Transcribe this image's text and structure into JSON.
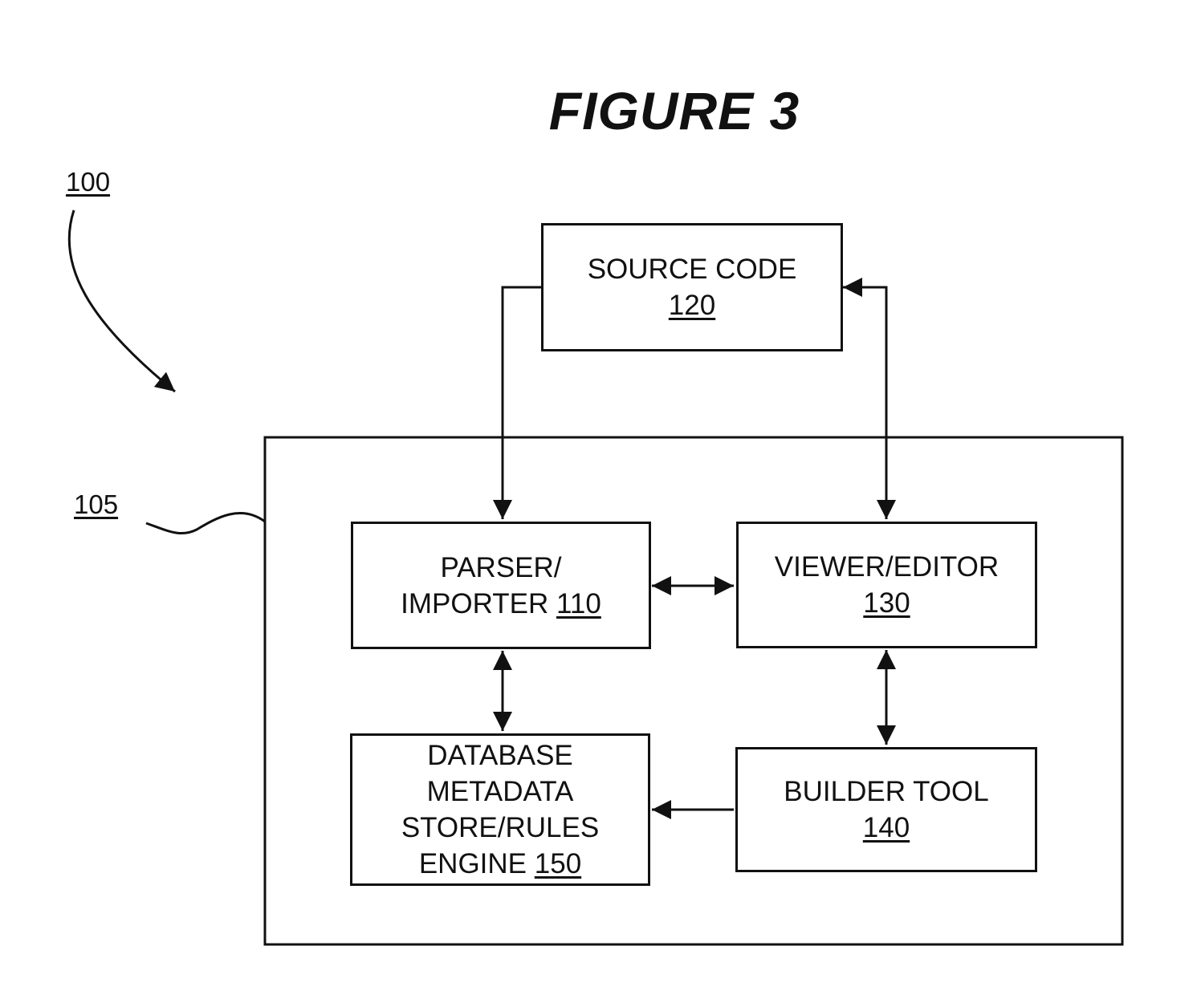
{
  "figure": {
    "title": "FIGURE 3",
    "ref_system": "100",
    "ref_container": "105"
  },
  "nodes": {
    "source_code": {
      "lines": [
        "SOURCE CODE"
      ],
      "number": "120"
    },
    "parser": {
      "lines": [
        "PARSER/"
      ],
      "last_prefix": "IMPORTER",
      "number": "110"
    },
    "viewer": {
      "lines": [
        "VIEWER/EDITOR"
      ],
      "number": "130"
    },
    "database": {
      "lines": [
        "DATABASE",
        "METADATA",
        "STORE/RULES"
      ],
      "last_prefix": "ENGINE",
      "number": "150"
    },
    "builder": {
      "lines": [
        "BUILDER TOOL"
      ],
      "number": "140"
    }
  },
  "colors": {
    "ink": "#111111",
    "background": "#ffffff"
  }
}
